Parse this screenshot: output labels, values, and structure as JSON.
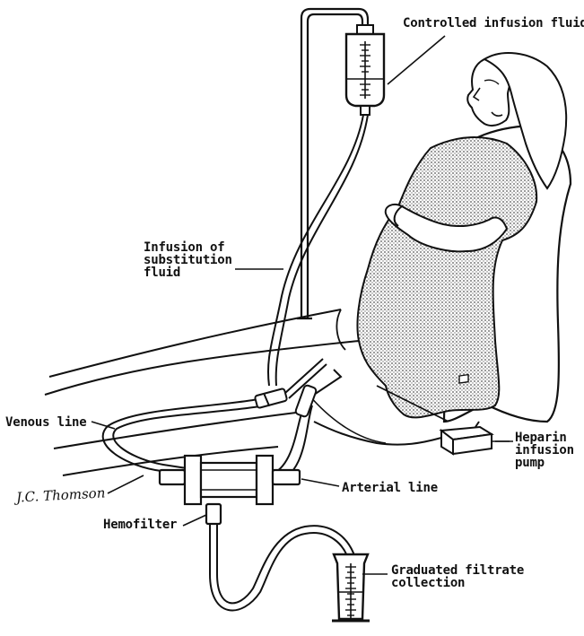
{
  "labels": {
    "controlled_infusion": "Controlled infusion fluid",
    "substitution": [
      "Infusion of",
      "substitution",
      "fluid"
    ],
    "venous_line": "Venous line",
    "heparin_pump": [
      "Heparin",
      "infusion",
      "pump"
    ],
    "arterial_line": "Arterial line",
    "hemofilter": "Hemofilter",
    "graduated_collection": [
      "Graduated filtrate",
      "collection"
    ]
  },
  "signature": "J.C. Thomson",
  "colors": {
    "ink": "#111111",
    "gown_shading": "#b9b9b9",
    "background": "#ffffff"
  }
}
